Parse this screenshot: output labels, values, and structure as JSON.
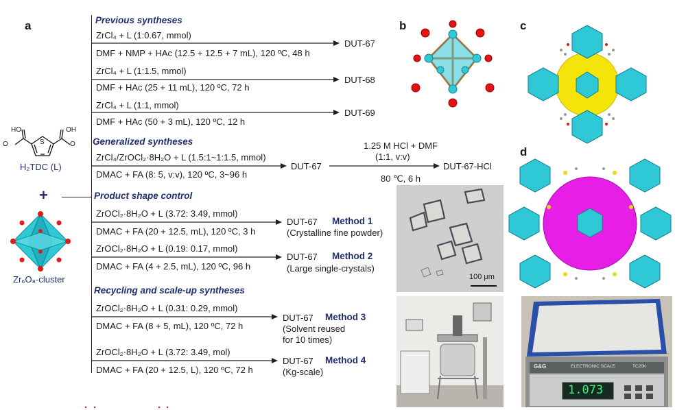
{
  "panels": {
    "a": "a",
    "b": "b",
    "c": "c",
    "d": "d"
  },
  "sections": {
    "previous": "Previous syntheses",
    "generalized": "Generalized syntheses",
    "shape": "Product shape control",
    "recycling": "Recycling and scale-up syntheses"
  },
  "ligand": {
    "oh1": "HO",
    "oh2": "OH",
    "o1": "O",
    "o2": "O",
    "s": "S",
    "label": "H₂TDC (L)",
    "plus": "+",
    "cluster_label": "Zr₆O₈-cluster"
  },
  "previous": [
    {
      "top": "ZrCl₄ + L (1:0.67, mmol)",
      "bottom": "DMF + NMP + HAc (12.5 + 12.5 + 7 mL), 120 ºC, 48 h",
      "product": "DUT-67"
    },
    {
      "top": "ZrCl₄ + L (1:1.5, mmol)",
      "bottom": "DMF + HAc (25 + 11 mL), 120 ºC, 72 h",
      "product": "DUT-68"
    },
    {
      "top": "ZrCl₄ + L (1:1, mmol)",
      "bottom": "DMF + HAc (50 + 3 mL), 120 ºC, 12 h",
      "product": "DUT-69"
    }
  ],
  "generalized": {
    "top": "ZrCl₄/ZrOCl₂·8H₂O + L (1.5:1~1:1.5, mmol)",
    "bottom": "DMAC + FA (8: 5, v:v), 120 ºC, 3~96 h",
    "product": "DUT-67",
    "cond_top": "1.25 M HCl + DMF",
    "cond_mid": "(1:1, v:v)",
    "cond_bottom": "80 ℃, 6 h",
    "final": "DUT-67-HCl"
  },
  "shape": [
    {
      "top": "ZrOCl₂·8H₂O + L (3.72: 3.49, mmol)",
      "bottom": "DMAC + FA (20 + 12.5, mL), 120 ºC, 3 h",
      "product": "DUT-67",
      "method": "Method 1",
      "note": "(Crystalline fine powder)"
    },
    {
      "top": "ZrOCl₂·8H₂O + L (0.19: 0.17, mmol)",
      "bottom": "DMAC + FA (4 + 2.5, mL), 120 ºC, 96 h",
      "product": "DUT-67",
      "method": "Method 2",
      "note": "(Large single-crystals)"
    }
  ],
  "recycling": [
    {
      "top": "ZrOCl₂·8H₂O + L (0.31: 0.29, mmol)",
      "bottom": "DMAC + FA (8 + 5, mL), 120 ºC, 72 h",
      "product": "DUT-67",
      "method": "Method 3",
      "note1": "(Solvent reused",
      "note2": "for 10 times)"
    },
    {
      "top": "ZrOCl₂·8H₂O + L (3.72: 3.49, mol)",
      "bottom": "DMAC + FA (20 + 12.5, L), 120 ºC, 72 h",
      "product": "DUT-67",
      "method": "Method 4",
      "note1": "(Kg-scale)"
    }
  ],
  "micrograph": {
    "scale_bar": "100 μm"
  },
  "scale": {
    "brand": "G&G",
    "model": "ELECTRONIC SCALE",
    "model_no": "TC20K",
    "reading": "1.073"
  },
  "colors": {
    "cluster": "#2ec8d6",
    "oxygen": "#e01515",
    "sphere_c": "#f4e40a",
    "sphere_d": "#e61ee6",
    "section_text": "#1f2f6e"
  }
}
